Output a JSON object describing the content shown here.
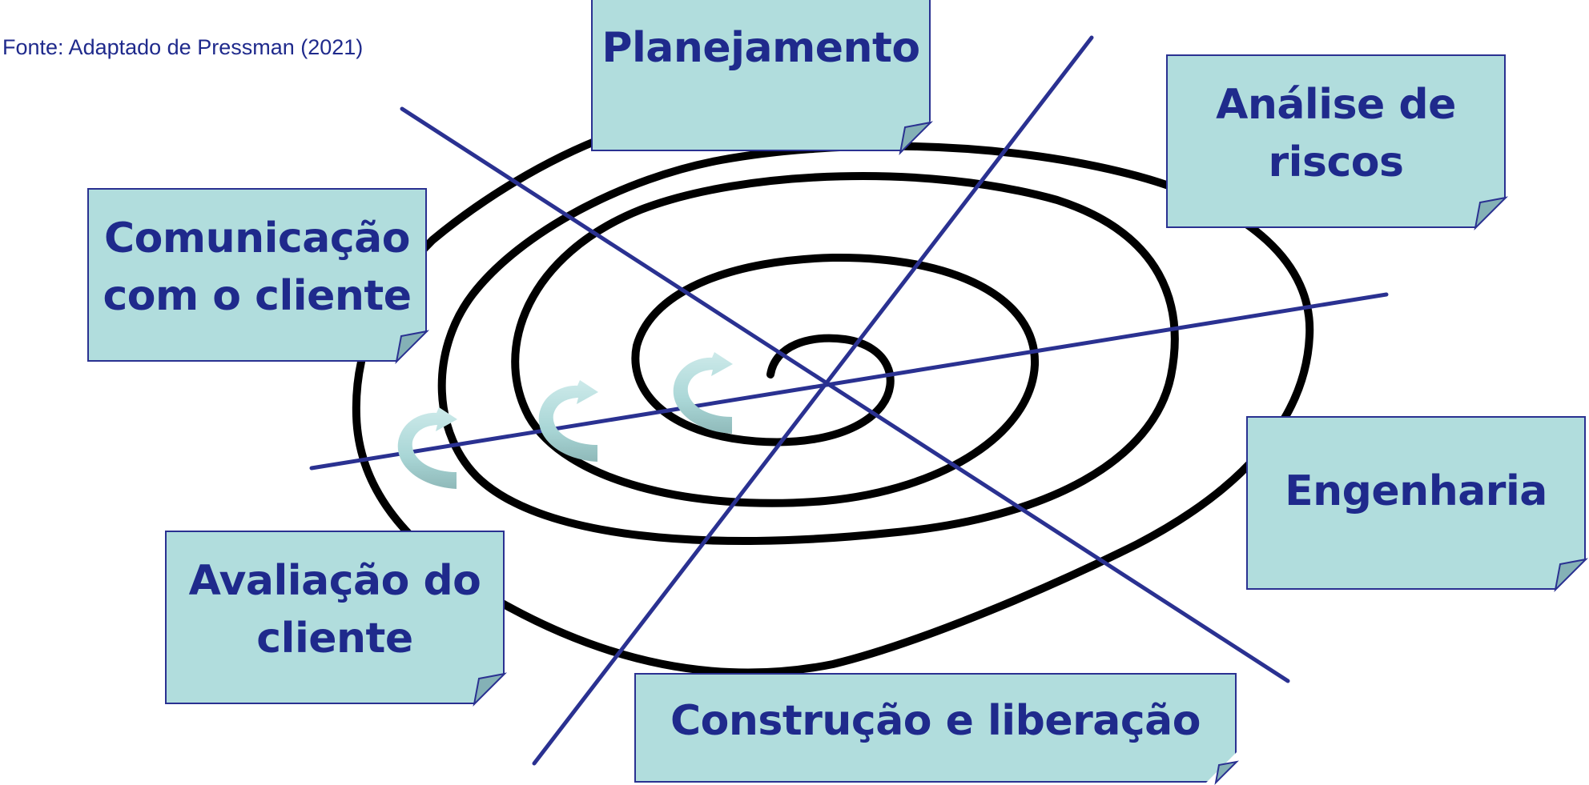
{
  "source": "Fonte: Adaptado de Pressman (2021)",
  "cards": {
    "planning": "Planejamento",
    "risk": "Análise de\nriscos",
    "communication": "Comunicação\ncom o cliente",
    "engineering": "Engenharia",
    "evaluation": "Avaliação do\ncliente",
    "construction": "Construção e liberação"
  },
  "colors": {
    "card_fill": "#b1dddd",
    "text": "#1f2a8c",
    "axis_line": "#2a3191",
    "spiral": "#000000",
    "arrow": "#a9d6d6"
  },
  "icons": [
    "curved-arrow-icon",
    "curved-arrow-icon",
    "curved-arrow-icon"
  ]
}
